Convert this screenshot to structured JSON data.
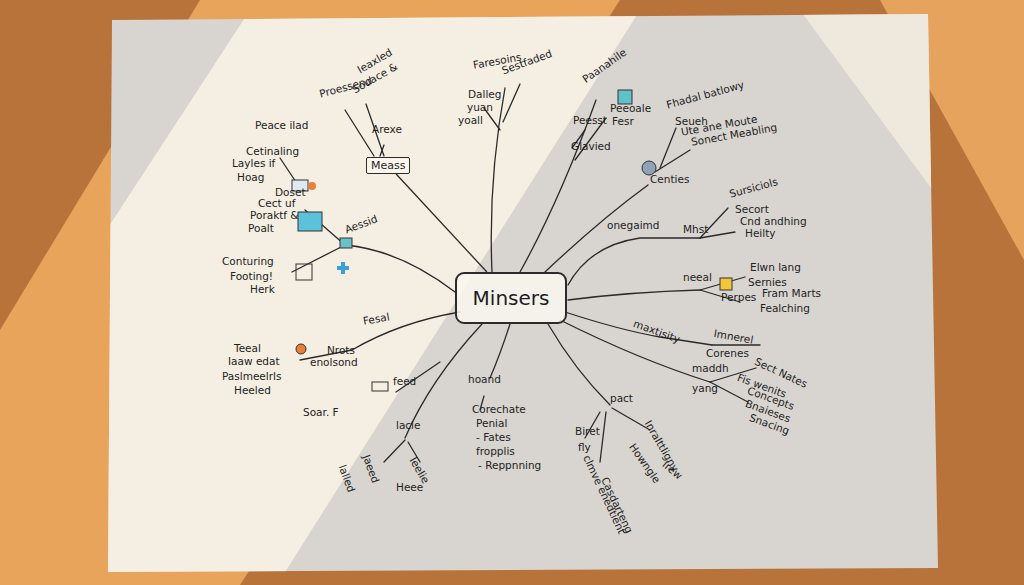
{
  "diagram": {
    "nodes": [
      {
        "text": [
          "Minsers"
        ]
      },
      {
        "text": [
          "Meass"
        ]
      }
    ],
    "edges": [
      {
        "from": 0,
        "to": 1,
        "arrow": "none"
      }
    ],
    "labels": [
      "Ieaxled",
      "Souace &",
      "Proessend",
      "Arexe",
      "Sestfaded",
      "Faresoins",
      "Dalleg",
      "yuan",
      "yoall",
      "Paanahile",
      "Peesst",
      "Peeoale",
      "Fesr",
      "Glavied",
      "Fhadal batlowy",
      "Seueh",
      "Ute ane Moute",
      "Sonect Meabling",
      "Centies",
      "Peace ilad",
      "Cetinaling",
      "Layles if",
      "Hoag",
      "Doset",
      "Cect uf",
      "Poraktf &",
      "Poalt",
      "Aessid",
      "Conturing",
      "Footing!",
      "Herk",
      "onegaimd",
      "Mhst",
      "Sursiciols",
      "Secort",
      "Cnd andhing",
      "Heilty",
      "neeal",
      "Elwn lang",
      "Sernies",
      "Perpes",
      "Fram Marts",
      "Fealching",
      "maxtisity",
      "Imnerel",
      "Corenes",
      "Sect Nates",
      "Fis wenits",
      "Concepts",
      "maddh",
      "yang",
      "Bnaieses",
      "Snacing",
      "pact",
      "Biret",
      "fly",
      "Inralttligny",
      "Howngle",
      "Irew",
      "clmve enedtient",
      "Casdarteng",
      "hoand",
      "Corechate",
      "Penial",
      "- Fates",
      "fropplis",
      "- Reppnning",
      "Fesal",
      "Teeal",
      "Iaaw edat",
      "Paslmeelrls",
      "Heeled",
      "Nrots",
      "enolsond",
      "Soar. F",
      "feed",
      "lacle",
      "Jaeed",
      "lalled",
      "Heee",
      "leelie"
    ]
  }
}
